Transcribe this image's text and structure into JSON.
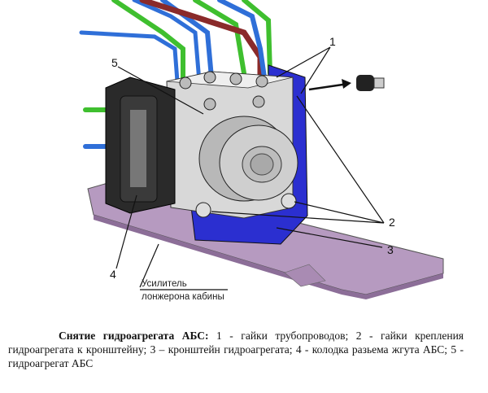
{
  "figure": {
    "callouts": [
      "1",
      "2",
      "3",
      "4",
      "5"
    ],
    "note_line1": "Усилитель",
    "note_line2": "лонжерона кабины"
  },
  "caption": {
    "title": "Снятие гидроагрегата АБС:",
    "text": " 1 - гайки трубопроводов; 2 - гайки крепления гидроагрегата к кронштейну; 3 – кронштейн гидроагрегата; 4 - колодка разьема жгута АБС; 5 - гидроагрегат АБС"
  },
  "colors": {
    "plate": "#b69ac0",
    "bracket": "#2b2fd0",
    "pipe_green": "#3fbf2f",
    "pipe_blue": "#2f6fd8",
    "pipe_red": "#8a2a2a",
    "pipe_yellow": "#e0d020"
  }
}
